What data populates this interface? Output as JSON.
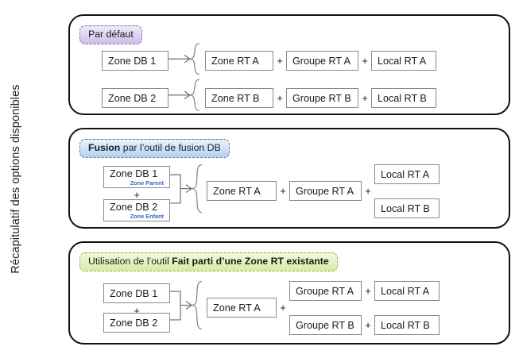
{
  "caption": "Récapitulatif des options disponibles",
  "colors": {
    "purple_border": "#8b6fc0",
    "blue_border": "#4a7fbd",
    "green_border": "#8cb63c",
    "box_border": "#8a8a8a",
    "panel_border": "#111111",
    "sub_label": "#2f6fbf",
    "background": "#ffffff"
  },
  "panels": [
    {
      "id": "default",
      "badge": {
        "prefix": "Par défaut",
        "bold": "",
        "suffix": ""
      },
      "rows": [
        {
          "source": {
            "label": "Zone DB 1",
            "sub": ""
          },
          "targets": [
            "Zone RT A",
            "Groupe RT A",
            "Local RT A"
          ],
          "separator": "+"
        },
        {
          "source": {
            "label": "Zone DB 2",
            "sub": ""
          },
          "targets": [
            "Zone RT B",
            "Groupe RT B",
            "Local RT B"
          ],
          "separator": "+"
        }
      ]
    },
    {
      "id": "fusion",
      "badge": {
        "prefix": "",
        "bold": "Fusion",
        "suffix": " par l’outil de fusion DB"
      },
      "sources": [
        {
          "label": "Zone DB 1",
          "sub": "Zone Parent"
        },
        {
          "label": "Zone DB 2",
          "sub": "Zone Enfant"
        }
      ],
      "source_join": "+",
      "targets": {
        "zone": "Zone RT A",
        "groupe": "Groupe RT A",
        "locals": [
          "Local RT A",
          "Local RT B"
        ],
        "sep1": "+",
        "sep2": "+"
      }
    },
    {
      "id": "existing",
      "badge": {
        "prefix": "Utilisation de l’outil ",
        "bold": "Fait parti d’une Zone RT existante",
        "suffix": ""
      },
      "sources": [
        {
          "label": "Zone DB 1",
          "sub": ""
        },
        {
          "label": "Zone DB 2",
          "sub": ""
        }
      ],
      "source_join": "+",
      "targets": {
        "zone": "Zone RT A",
        "sep1": "+",
        "pairs": [
          {
            "groupe": "Groupe RT A",
            "sep": "+",
            "local": "Local RT A"
          },
          {
            "groupe": "Groupe RT B",
            "sep": "+",
            "local": "Local RT B"
          }
        ]
      }
    }
  ]
}
